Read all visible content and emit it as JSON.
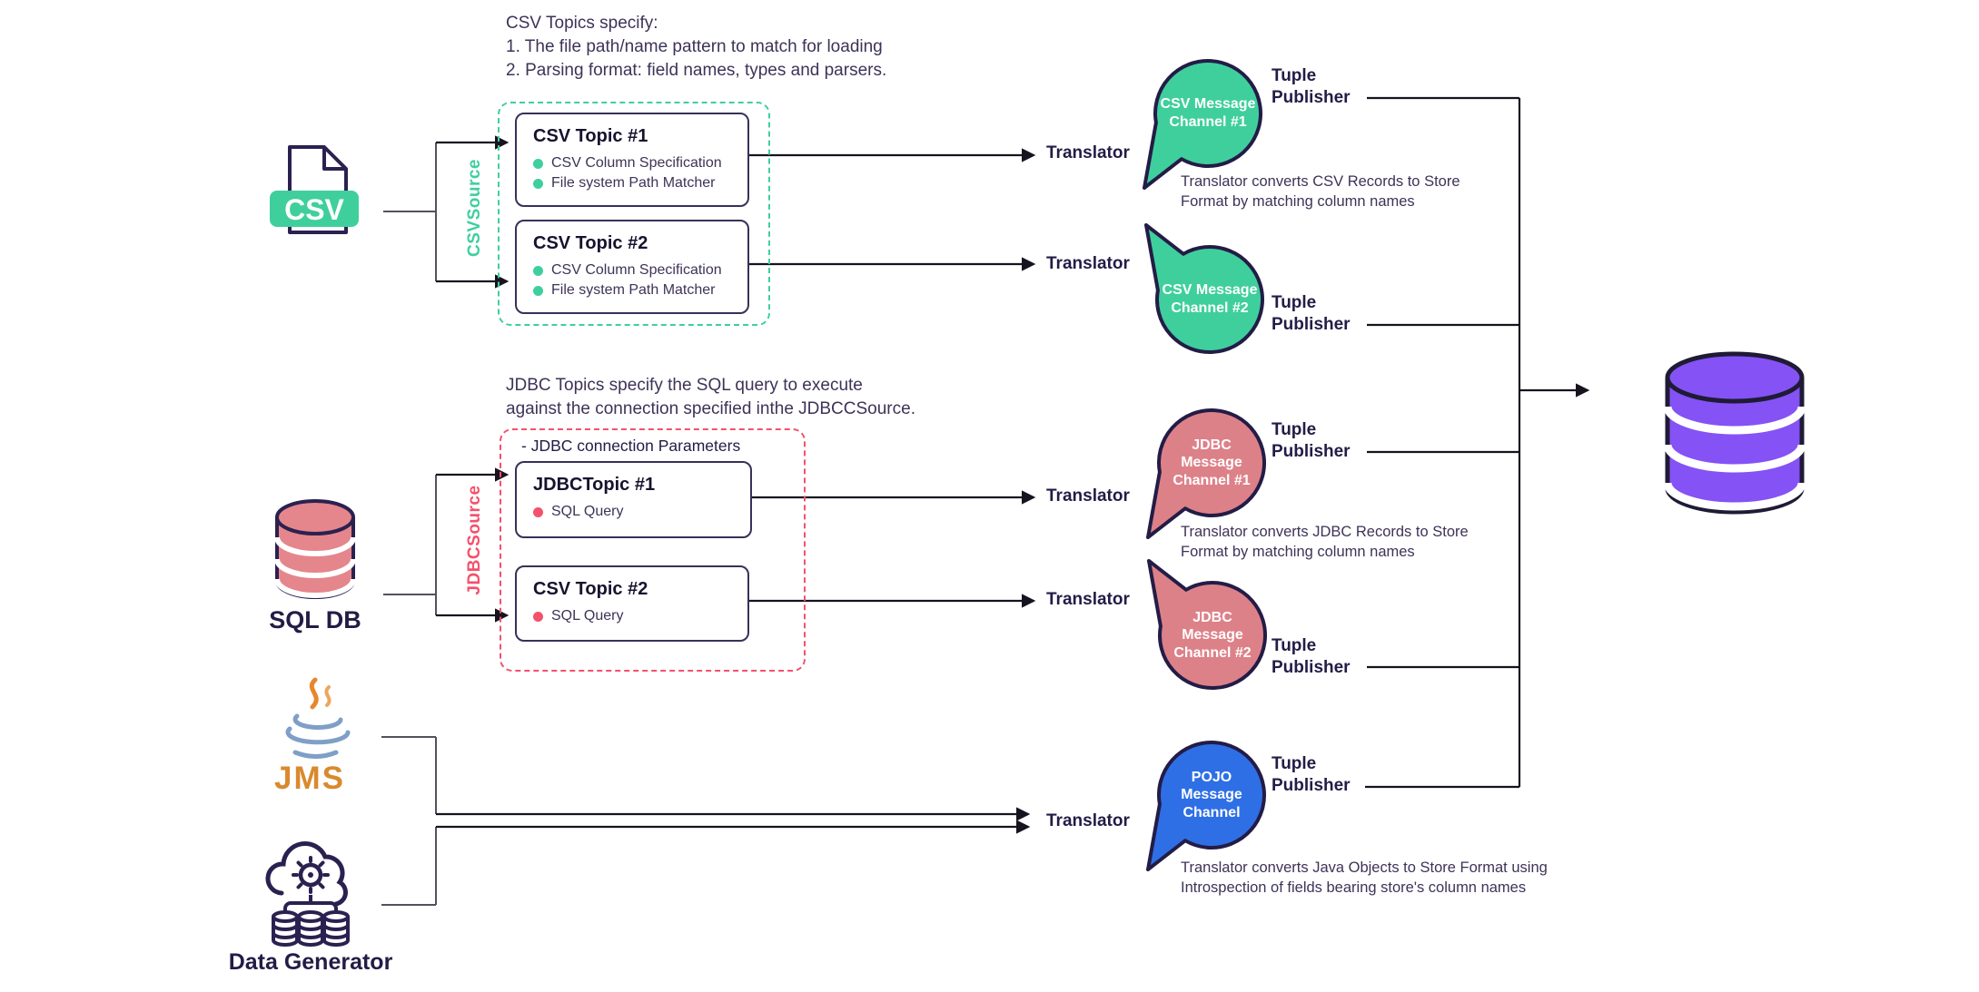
{
  "colors": {
    "green": "#3fcf9d",
    "red": "#f4516c",
    "rose": "#dd8189",
    "blue": "#2e6fe6",
    "purple": "#8552f5",
    "ink": "#231c46"
  },
  "annotations": {
    "csv_topics": [
      "CSV Topics specify:",
      "1. The file path/name pattern to match for loading",
      "2. Parsing format: field names, types and parsers."
    ],
    "jdbc_topics": [
      "JDBC Topics specify the SQL query to execute",
      "against the connection specified inthe JDBCCSource."
    ]
  },
  "groups": {
    "csv_source": "CSVSource",
    "jdbc_source": "JDBCSource",
    "jdbc_params": "- JDBC connection Parameters"
  },
  "topics": [
    {
      "title": "CSV Topic #1",
      "bullets": [
        "CSV Column Specification",
        "File system Path Matcher"
      ]
    },
    {
      "title": "CSV Topic #2",
      "bullets": [
        "CSV Column Specification",
        "File system Path Matcher"
      ]
    },
    {
      "title": "JDBCTopic #1",
      "bullets": [
        "SQL Query"
      ]
    },
    {
      "title": "CSV Topic #2",
      "bullets": [
        "SQL Query"
      ]
    }
  ],
  "sources": {
    "csv_badge": "CSV",
    "sql_db": "SQL DB",
    "jms": "JMS",
    "data_generator": "Data Generator"
  },
  "rows": [
    {
      "translator": "Translator",
      "channel": "CSV Message Channel #1",
      "publisher": "Tuple Publisher",
      "note": "Translator converts CSV Records to Store Format by matching column names"
    },
    {
      "translator": "Translator",
      "channel": "CSV Message Channel #2",
      "publisher": "Tuple Publisher"
    },
    {
      "translator": "Translator",
      "channel": "JDBC Message Channel #1",
      "publisher": "Tuple Publisher",
      "note": "Translator converts JDBC Records to Store Format by matching column names"
    },
    {
      "translator": "Translator",
      "channel": "JDBC Message Channel #2",
      "publisher": "Tuple Publisher"
    },
    {
      "translator": "Translator",
      "channel": "POJO Message Channel",
      "publisher": "Tuple Publisher",
      "note": "Translator converts Java Objects to Store Format using Introspection of fields bearing store's column names"
    }
  ]
}
